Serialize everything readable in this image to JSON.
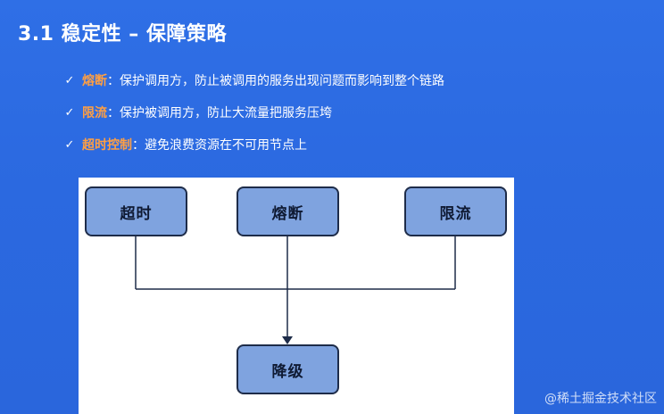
{
  "slide": {
    "title": "3.1 稳定性 – 保障策略",
    "bullets": [
      {
        "label": "熔断",
        "text": "：保护调用方，防止被调用的服务出现问题而影响到整个链路"
      },
      {
        "label": "限流",
        "text": "：保护被调用方，防止大流量把服务压垮"
      },
      {
        "label": "超时控制",
        "text": "：避免浪费资源在不可用节点上"
      }
    ],
    "bullet_marker_icon": "check-icon"
  },
  "diagram": {
    "nodes": {
      "chaoshi": "超时",
      "rongduan": "熔断",
      "xianliu": "限流",
      "jiangji": "降级"
    }
  },
  "watermark": "@稀土掘金技术社区",
  "colors": {
    "background": "#2b69e0",
    "title_text": "#ffffff",
    "bullet_label": "#ff9f43",
    "node_fill": "#7fa3df",
    "node_border": "#1e2c49",
    "connector": "#1e2c49"
  }
}
